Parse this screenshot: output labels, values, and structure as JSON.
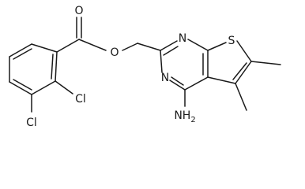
{
  "molecule": {
    "atoms": {
      "carbonyl_oxygen": "O",
      "ester_oxygen": "O",
      "pyrimidine_n1": "N",
      "pyrimidine_n3": "N",
      "thiophene_sulfur": "S",
      "chlorine_2": "Cl",
      "chlorine_3": "Cl",
      "amine": {
        "main": "NH",
        "subscript": "2"
      }
    }
  },
  "colors": {
    "ink": "#1a1a1a",
    "background": "#ffffff"
  }
}
